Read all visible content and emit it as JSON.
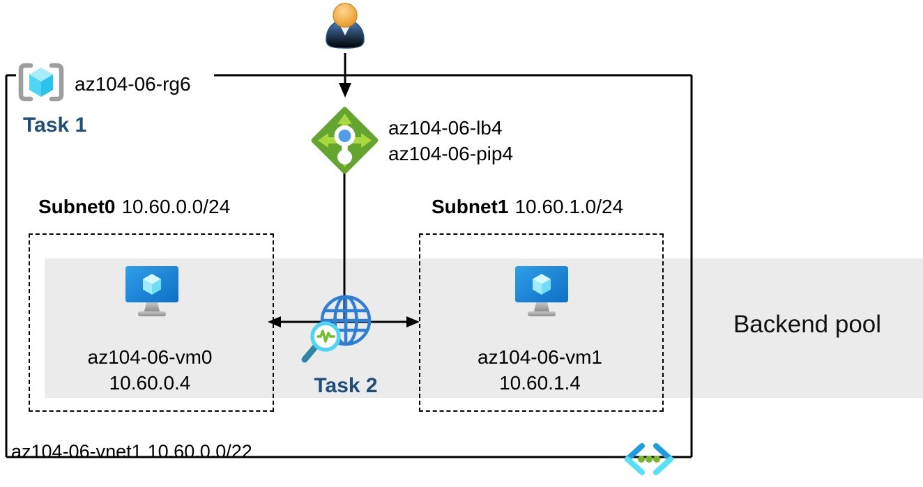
{
  "resource_group": {
    "name": "az104-06-rg6",
    "task_label": "Task 1"
  },
  "load_balancer": {
    "name": "az104-06-lb4",
    "public_ip": "az104-06-pip4"
  },
  "task2": {
    "label": "Task 2"
  },
  "subnets": [
    {
      "name": "Subnet0",
      "cidr": "10.60.0.0/24",
      "vm": {
        "name": "az104-06-vm0",
        "ip": "10.60.0.4"
      }
    },
    {
      "name": "Subnet1",
      "cidr": "10.60.1.0/24",
      "vm": {
        "name": "az104-06-vm1",
        "ip": "10.60.1.4"
      }
    }
  ],
  "backend_pool": {
    "label": "Backend pool"
  },
  "vnet": {
    "name": "az104-06-vnet1",
    "cidr": "10.60.0.0/22"
  },
  "icons": {
    "user": "user-icon",
    "resource_group": "resource-group-icon",
    "load_balancer": "load-balancer-icon",
    "virtual_machine": "vm-icon",
    "health_probe_globe": "globe-health-probe-icon",
    "virtual_network": "virtual-network-icon"
  },
  "colors": {
    "task_label_blue": "#1f4e79",
    "backend_pool_band": "#ebebeb",
    "load_balancer_green": "#64a52f",
    "load_balancer_arrow_green": "#a9d93f",
    "azure_cube_cyan": "#4ed6f6",
    "vm_monitor_blue": "#1581d8",
    "globe_blue": "#2e7fd4",
    "probe_ring_cyan": "#4fd4f4",
    "probe_pulse_green": "#70be2b",
    "vnet_chevron_blue": "#1b9de2",
    "vnet_chevron_cyan": "#55e1f9",
    "vnet_dot_green": "#74b82a",
    "outline": "#000000"
  }
}
